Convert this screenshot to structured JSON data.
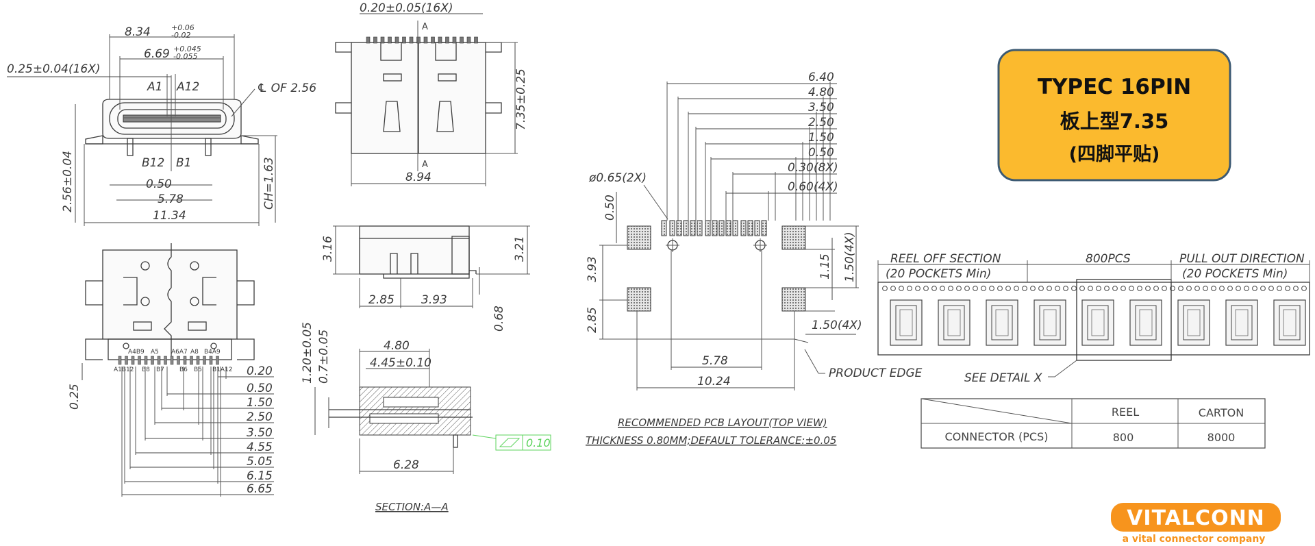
{
  "title_box": {
    "line1": "TYPEC  16PIN",
    "line2": "板上型7.35",
    "line3": "(四脚平贴)",
    "bg_color": "#FBBA2E",
    "border_color": "#3C5A73"
  },
  "front_view": {
    "dim_width_top": "8.34",
    "dim_width_top_tol_plus": "+0.06",
    "dim_width_top_tol_minus": "-0.02",
    "dim_inner": "6.69",
    "dim_inner_tol_plus": "+0.045",
    "dim_inner_tol_minus": "-0.055",
    "dim_pin": "0.25±0.04(16X)",
    "label_a1": "A1",
    "label_a12": "A12",
    "label_center": "℄ OF 2.56",
    "label_b12": "B12",
    "label_b1": "B1",
    "dim_050": "0.50",
    "dim_578": "5.78",
    "dim_1134": "11.34",
    "dim_height": "2.56±0.04",
    "dim_ch": "CH=1.63"
  },
  "top_view": {
    "dim_pins": "0.20±0.05(16X)",
    "section_a": "A",
    "dim_735": "7.35±0.25",
    "dim_894": "8.94"
  },
  "side_view": {
    "dim_316": "3.16",
    "dim_321": "3.21",
    "dim_285": "2.85",
    "dim_393": "3.93",
    "dim_068": "0.68"
  },
  "section_view": {
    "dim_480": "4.80",
    "dim_445": "4.45±0.10",
    "dim_120": "1.20±0.05",
    "dim_07": "0.7±0.05",
    "dim_628": "6.28",
    "flatness": "0.10",
    "caption": "SECTION:A—A"
  },
  "bottom_view": {
    "pin_labels_top": [
      "A4B9",
      "A5",
      "A6A7",
      "A8",
      "B4A9"
    ],
    "pin_labels_bottom": [
      "A1B12",
      "B8",
      "B7",
      "B6",
      "B5",
      "B1A12"
    ],
    "dim_025": "0.25",
    "dims": [
      "0.20",
      "0.50",
      "1.50",
      "2.50",
      "3.50",
      "4.55",
      "5.05",
      "6.15",
      "6.65"
    ]
  },
  "pcb_layout": {
    "dims_right": [
      "6.40",
      "4.80",
      "3.50",
      "2.50",
      "1.50",
      "0.50",
      "0.30(8X)",
      "0.60(4X)"
    ],
    "dim_hole": "ø0.65(2X)",
    "dim_050v": "0.50",
    "dim_393v": "3.93",
    "dim_285v": "2.85",
    "dim_115": "1.15",
    "dim_150a": "1.50(4X)",
    "dim_150b": "1.50(4X)",
    "dim_578": "5.78",
    "dim_1024": "10.24",
    "product_edge": "PRODUCT EDGE",
    "caption1": "RECOMMENDED PCB LAYOUT(TOP VIEW)",
    "caption2": "THICKNESS 0.80MM;DEFAULT TOLERANCE:±0.05"
  },
  "reel": {
    "reel_off": "REEL OFF SECTION",
    "reel_off_sub": "(20 POCKETS Min)",
    "pcs": "800PCS",
    "pull_out": "PULL OUT DIRECTION",
    "pull_out_sub": "(20 POCKETS Min)",
    "see_detail": "SEE DETAIL X"
  },
  "pack_table": {
    "col_reel": "REEL",
    "col_carton": "CARTON",
    "row_label": "CONNECTOR (PCS)",
    "reel_value": "800",
    "carton_value": "8000"
  },
  "logo": {
    "name": "VITALCONN",
    "tagline": "a vital connector company",
    "color": "#F7941D"
  }
}
